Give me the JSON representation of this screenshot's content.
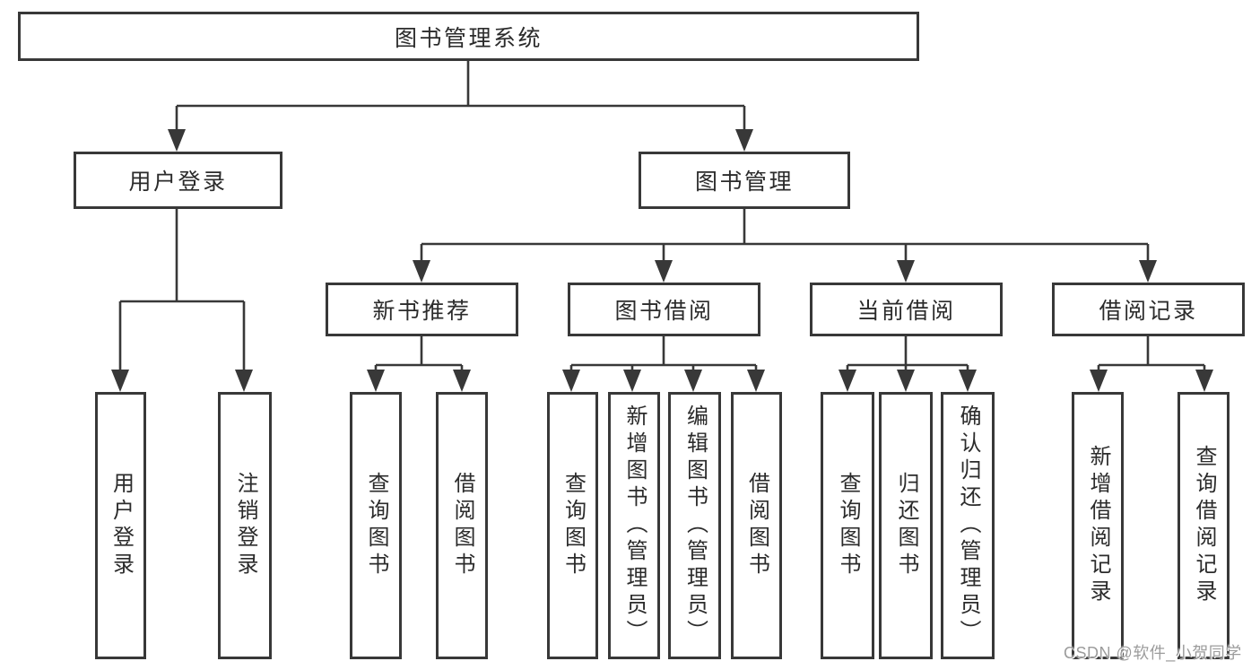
{
  "root": {
    "label": "图书管理系统"
  },
  "level2": [
    {
      "label": "用户登录"
    },
    {
      "label": "图书管理"
    }
  ],
  "level3": [
    {
      "label": "新书推荐"
    },
    {
      "label": "图书借阅"
    },
    {
      "label": "当前借阅"
    },
    {
      "label": "借阅记录"
    }
  ],
  "leaves": [
    {
      "label": "用户登录"
    },
    {
      "label": "注销登录"
    },
    {
      "label": "查询图书"
    },
    {
      "label": "借阅图书"
    },
    {
      "label": "查询图书"
    },
    {
      "label": "新增图书（管理员）"
    },
    {
      "label": "编辑图书（管理员）"
    },
    {
      "label": "借阅图书"
    },
    {
      "label": "查询图书"
    },
    {
      "label": "归还图书"
    },
    {
      "label": "确认归还（管理员）"
    },
    {
      "label": "新增借阅记录"
    },
    {
      "label": "查询借阅记录"
    }
  ],
  "watermark": {
    "text": "CSDN @软件_小贺同学"
  },
  "colors": {
    "line": "#383838",
    "text": "#2b2b2b",
    "box_bg": "#ffffff",
    "background": "#ffffff",
    "watermark": "#9c9c9c"
  }
}
